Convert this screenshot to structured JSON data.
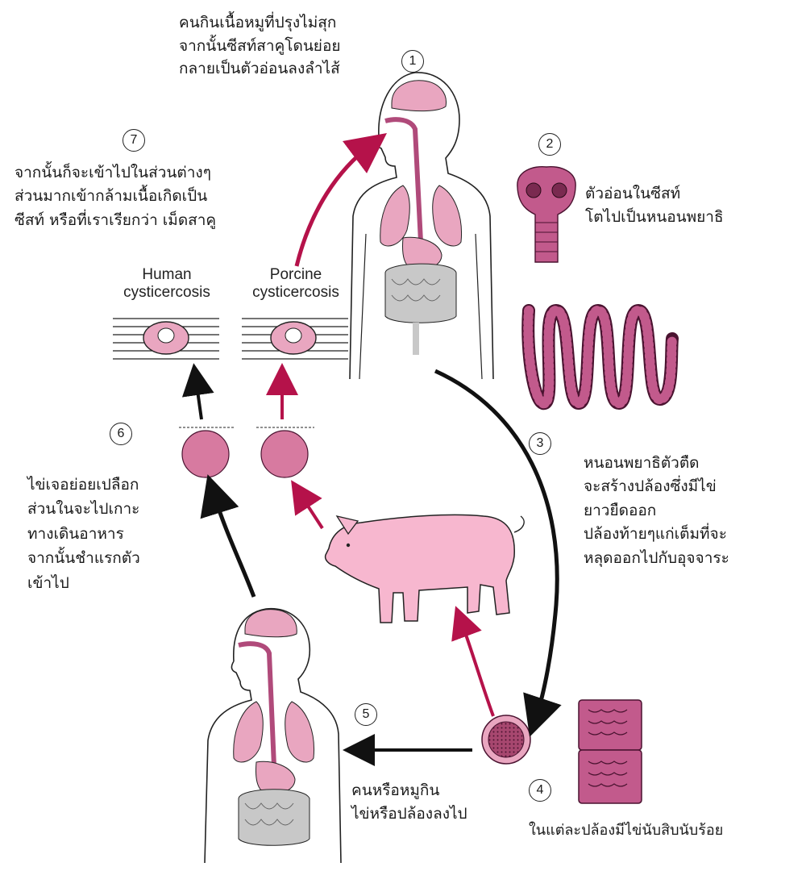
{
  "steps": {
    "s1": {
      "number": "1",
      "lines": [
        "คนกินเนื้อหมูที่ปรุงไม่สุก",
        "จากนั้นซีสท์สาคูโดนย่อย",
        "กลายเป็นตัวอ่อนลงลำไส้"
      ]
    },
    "s2": {
      "number": "2",
      "lines": [
        "ตัวอ่อนในซีสท์",
        "โตไปเป็นหนอนพยาธิ"
      ]
    },
    "s3": {
      "number": "3",
      "lines": [
        "หนอนพยาธิตัวตืด",
        "จะสร้างปล้องซึ่งมีไข่",
        "ยาวยืดออก",
        "ปล้องท้ายๆแก่เต็มที่จะ",
        "หลุดออกไปกับอุจจาระ"
      ]
    },
    "s4": {
      "number": "4",
      "lines": [
        "ในแต่ละปล้องมีไข่นับสิบนับร้อย"
      ]
    },
    "s5": {
      "number": "5",
      "lines": [
        "คนหรือหมูกิน",
        "ไข่หรือปล้องลงไป"
      ]
    },
    "s6": {
      "number": "6",
      "lines": [
        "ไข่เจอย่อยเปลือก",
        "ส่วนในจะไปเกาะ",
        "ทางเดินอาหาร",
        "จากนั้นชำแรกตัว",
        "เข้าไป"
      ]
    },
    "s7": {
      "number": "7",
      "lines": [
        "จากนั้นก็จะเข้าไปในส่วนต่างๆ",
        "ส่วนมากเข้ากล้ามเนื้อเกิดเป็น",
        "ซีสท์ หรือที่เราเรียกว่า เม็ดสาคู"
      ]
    }
  },
  "labels": {
    "human_cysticercosis": [
      "Human",
      "cysticercosis"
    ],
    "porcine_cysticercosis": [
      "Porcine",
      "cysticercosis"
    ]
  },
  "colors": {
    "pink_fill": "#e9a6c0",
    "pink_dark": "#b04a7a",
    "gut_gray": "#c8c8c8",
    "arrow_red": "#b5124a",
    "arrow_black": "#111111",
    "pig_fill": "#f7b7cf"
  }
}
